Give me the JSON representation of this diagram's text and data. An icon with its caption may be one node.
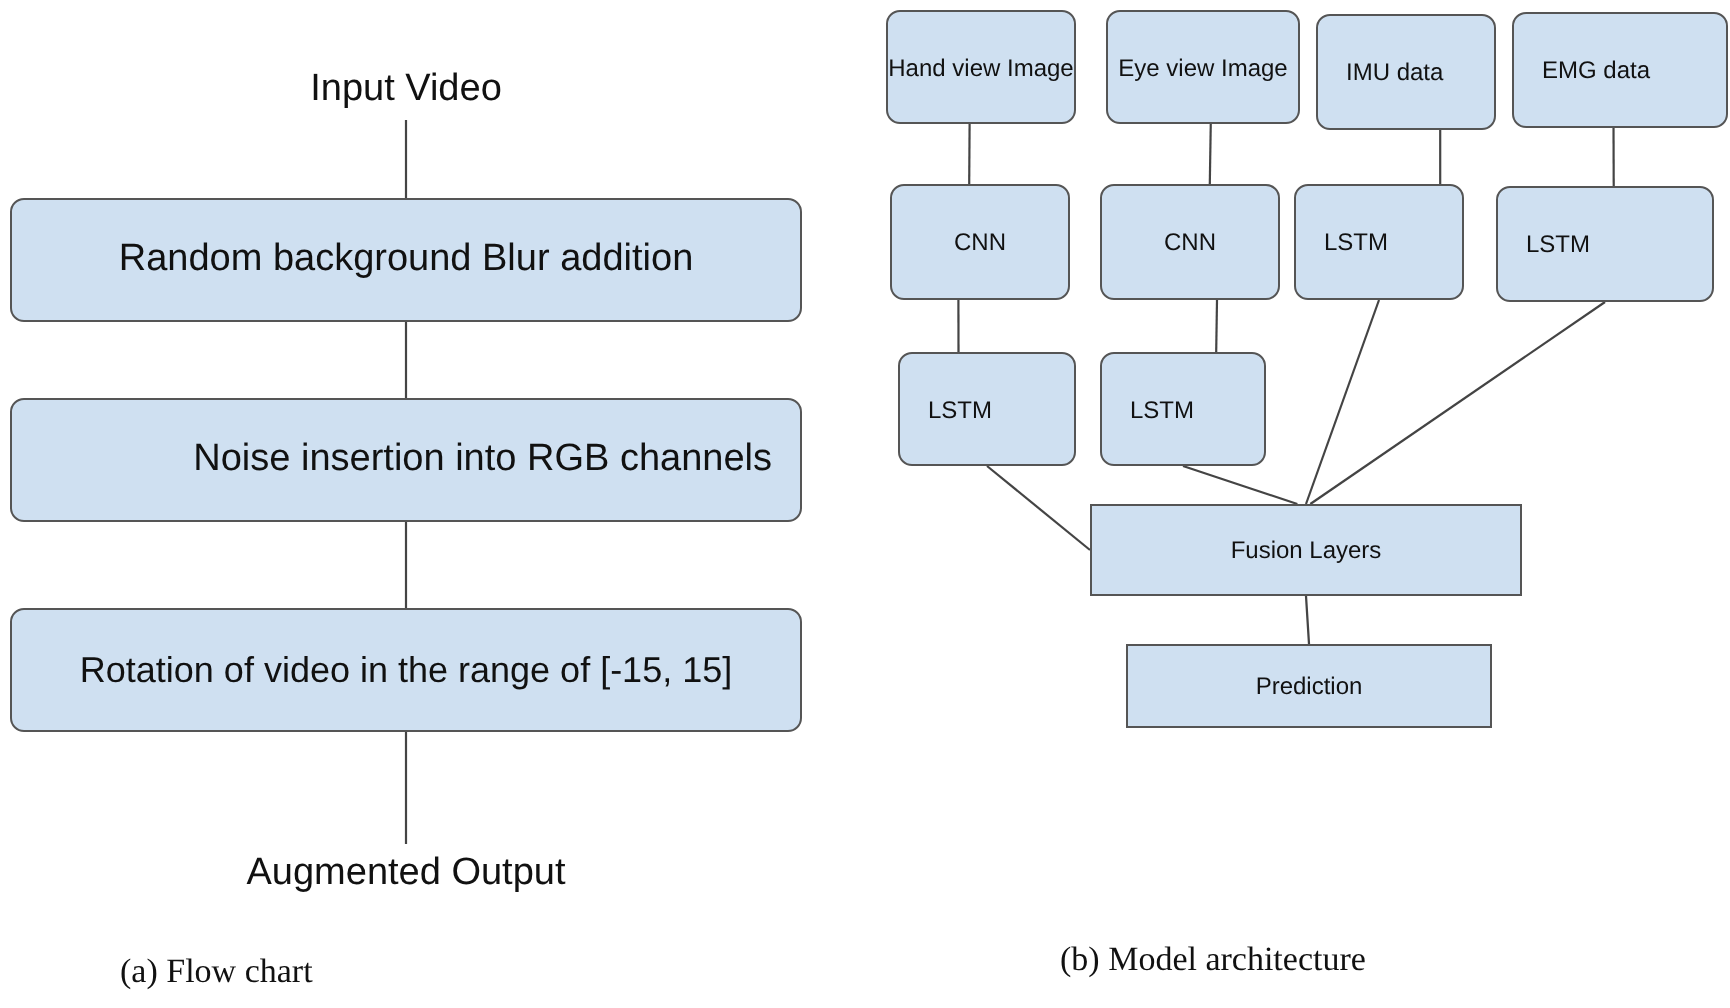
{
  "diagram": {
    "nodes": [
      {
        "text": [
          "Input Video"
        ]
      },
      {
        "text": [
          "Random background Blur addition"
        ]
      },
      {
        "text": [
          "Noise insertion into RGB channels"
        ]
      },
      {
        "text": [
          "Rotation of video in the range of [-15, 15]"
        ]
      },
      {
        "text": [
          "Augmented Output"
        ]
      },
      {
        "text": [
          "Hand view Image"
        ]
      },
      {
        "text": [
          "Eye view Image"
        ]
      },
      {
        "text": [
          "IMU data"
        ]
      },
      {
        "text": [
          "EMG data"
        ]
      },
      {
        "text": [
          "CNN"
        ]
      },
      {
        "text": [
          "CNN"
        ]
      },
      {
        "text": [
          "LSTM"
        ]
      },
      {
        "text": [
          "LSTM"
        ]
      },
      {
        "text": [
          "LSTM"
        ]
      },
      {
        "text": [
          "LSTM"
        ]
      },
      {
        "text": [
          "Fusion Layers"
        ]
      },
      {
        "text": [
          "Prediction"
        ]
      }
    ],
    "edges": [
      {
        "from": 0,
        "to": 1,
        "arrow": "none"
      },
      {
        "from": 1,
        "to": 2,
        "arrow": "none"
      },
      {
        "from": 2,
        "to": 3,
        "arrow": "none"
      },
      {
        "from": 3,
        "to": 4,
        "arrow": "none"
      },
      {
        "from": 5,
        "to": 9,
        "arrow": "none"
      },
      {
        "from": 9,
        "to": 13,
        "arrow": "none"
      },
      {
        "from": 6,
        "to": 10,
        "arrow": "none"
      },
      {
        "from": 10,
        "to": 14,
        "arrow": "none"
      },
      {
        "from": 7,
        "to": 11,
        "arrow": "none"
      },
      {
        "from": 8,
        "to": 12,
        "arrow": "none"
      },
      {
        "from": 13,
        "to": 15,
        "arrow": "none"
      },
      {
        "from": 14,
        "to": 15,
        "arrow": "none"
      },
      {
        "from": 11,
        "to": 15,
        "arrow": "none"
      },
      {
        "from": 12,
        "to": 15,
        "arrow": "none"
      },
      {
        "from": 15,
        "to": 16,
        "arrow": "none"
      }
    ],
    "labels": [
      "(a) Flow chart",
      "(b) Model architecture"
    ]
  }
}
